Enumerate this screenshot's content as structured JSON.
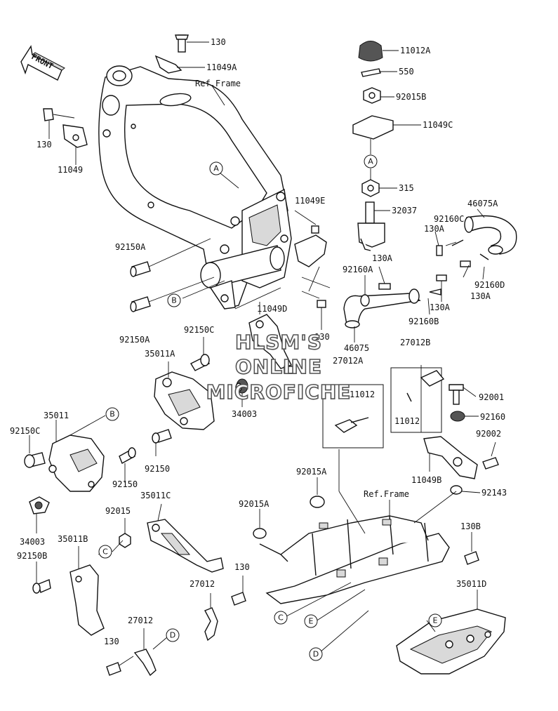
{
  "front_arrow": "FRONT",
  "ref_frame_labels": [
    "Ref.Frame",
    "Ref.Frame"
  ],
  "watermark": [
    "HLSM'S",
    "ONLINE",
    "MICROFICHE"
  ],
  "callouts": [
    "A",
    "B",
    "C",
    "D",
    "E"
  ],
  "part_labels": {
    "p130_top": "130",
    "p11049A": "11049A",
    "p130_left": "130",
    "p11049": "11049",
    "p11012A": "11012A",
    "p550": "550",
    "p92015B": "92015B",
    "p11049C": "11049C",
    "p315": "315",
    "p32037": "32037",
    "p46075A": "46075A",
    "p92160C": "92160C",
    "p130A_1": "130A",
    "p130A_2": "130A",
    "p130A_3": "130A",
    "p130A_4": "130A",
    "p92160A": "92160A",
    "p92160D": "92160D",
    "p92160B": "92160B",
    "p46075": "46075",
    "p11049E": "11049E",
    "p92150A_1": "92150A",
    "p92150A_2": "92150A",
    "p11049D": "11049D",
    "p130_mid": "130",
    "p92150C_1": "92150C",
    "p35011A": "35011A",
    "p34003_1": "34003",
    "p27012A": "27012A",
    "p11012_1": "11012",
    "p27012B": "27012B",
    "p92001": "92001",
    "p92160": "92160",
    "p11012_2": "11012",
    "p92002": "92002",
    "p11049B": "11049B",
    "p92143": "92143",
    "p35011": "35011",
    "p92150C_2": "92150C",
    "p92150_1": "92150",
    "p92150_2": "92150",
    "p34003_2": "34003",
    "p35011C": "35011C",
    "p92015": "92015",
    "p35011B": "35011B",
    "p92150B": "92150B",
    "p92015A_1": "92015A",
    "p92015A_2": "92015A",
    "p130B": "130B",
    "p130_low1": "130",
    "p27012_1": "27012",
    "p27012_2": "27012",
    "p130_low2": "130",
    "p35011D": "35011D"
  }
}
